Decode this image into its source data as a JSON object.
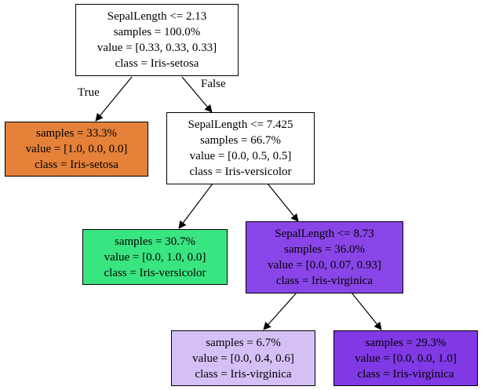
{
  "tree": {
    "edge_labels": {
      "true_label": "True",
      "false_label": "False"
    },
    "nodes": [
      {
        "id": "root",
        "fill": "#ffffff",
        "lines": [
          "SepalLength <= 2.13",
          "samples = 100.0%",
          "value = [0.33, 0.33, 0.33]",
          "class = Iris-setosa"
        ]
      },
      {
        "id": "left",
        "fill": "#e58139",
        "lines": [
          "samples = 33.3%",
          "value = [1.0, 0.0, 0.0]",
          "class = Iris-setosa"
        ]
      },
      {
        "id": "right",
        "fill": "#ffffff",
        "lines": [
          "SepalLength <= 7.425",
          "samples = 66.7%",
          "value = [0.0, 0.5, 0.5]",
          "class = Iris-versicolor"
        ]
      },
      {
        "id": "right-left",
        "fill": "#39e581",
        "lines": [
          "samples = 30.7%",
          "value = [0.0, 1.0, 0.0]",
          "class = Iris-versicolor"
        ]
      },
      {
        "id": "right-right",
        "fill": "#8945e8",
        "lines": [
          "SepalLength <= 8.73",
          "samples = 36.0%",
          "value = [0.0, 0.07, 0.93]",
          "class = Iris-virginica"
        ]
      },
      {
        "id": "rr-left",
        "fill": "#d5c0f6",
        "lines": [
          "samples = 6.7%",
          "value = [0.0, 0.4, 0.6]",
          "class = Iris-virginica"
        ]
      },
      {
        "id": "rr-right",
        "fill": "#8139e5",
        "lines": [
          "samples = 29.3%",
          "value = [0.0, 0.0, 1.0]",
          "class = Iris-virginica"
        ]
      }
    ]
  }
}
